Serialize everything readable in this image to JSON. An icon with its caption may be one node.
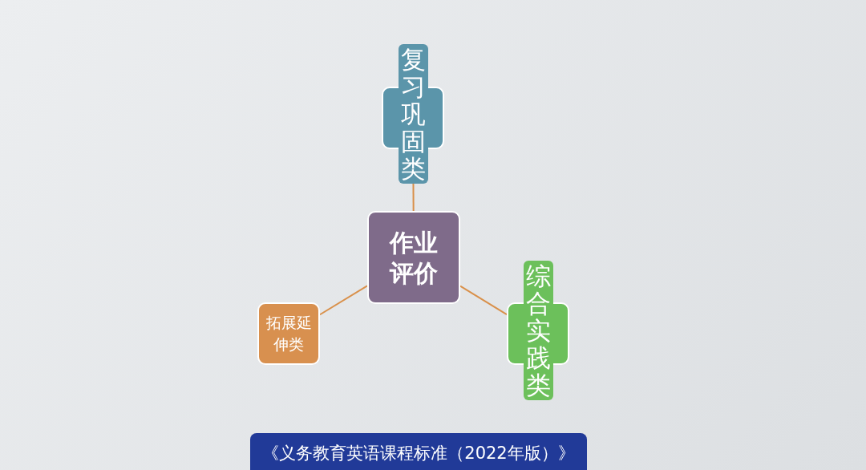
{
  "diagram": {
    "nodes": [
      {
        "text": [
          "作业评价"
        ]
      },
      {
        "text": [
          "复习巩固类"
        ]
      },
      {
        "text": [
          "拓展延伸类"
        ]
      },
      {
        "text": [
          "综合实践类"
        ]
      },
      {
        "text": [
          "《义务教育英语课程标准（2022年版）》"
        ]
      }
    ],
    "edges": [
      {
        "from": 0,
        "to": 1,
        "arrow": "none"
      },
      {
        "from": 0,
        "to": 2,
        "arrow": "none"
      },
      {
        "from": 0,
        "to": 3,
        "arrow": "none"
      }
    ]
  }
}
